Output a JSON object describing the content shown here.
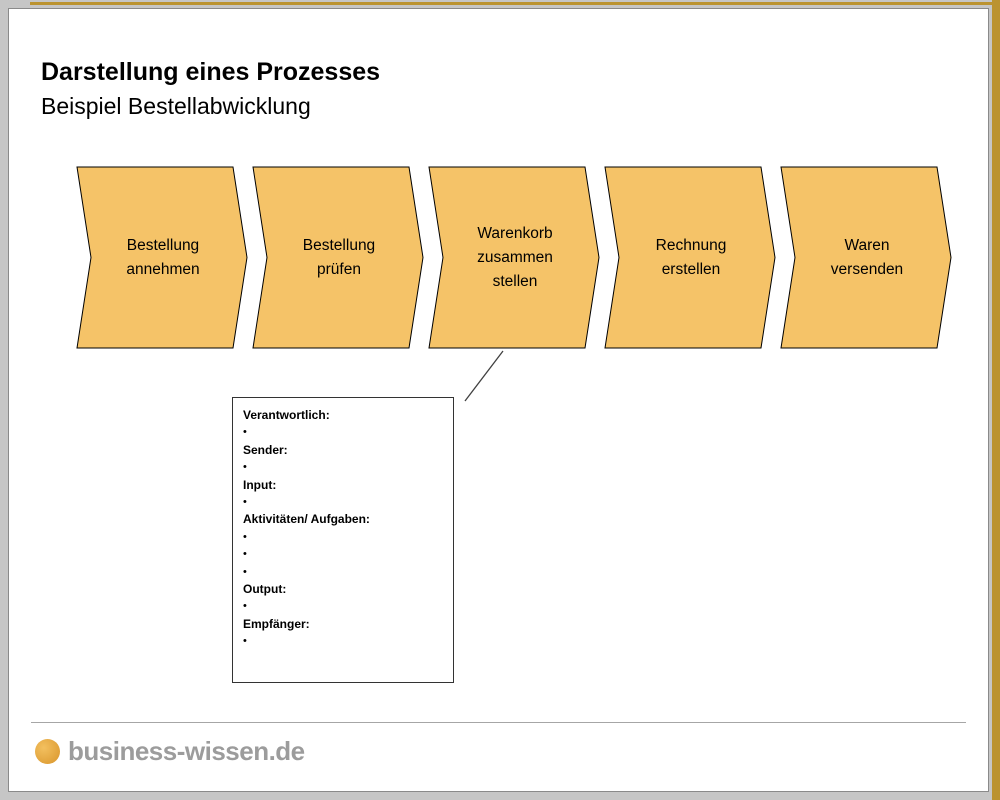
{
  "slide": {
    "title": "Darstellung eines Prozesses",
    "subtitle": "Beispiel Bestellabwicklung"
  },
  "process": {
    "type": "chevron-flow",
    "fill_color": "#f5c368",
    "border_color": "#000000",
    "steps": [
      {
        "label": "Bestellung\nannehmen"
      },
      {
        "label": "Bestellung\nprüfen"
      },
      {
        "label": "Warenkorb\nzusammen\nstellen"
      },
      {
        "label": "Rechnung\nerstellen"
      },
      {
        "label": "Waren\nversenden"
      }
    ]
  },
  "callout": {
    "attached_to": "Warenkorb zusammen stellen",
    "lines": [
      {
        "text": "Verantwortlich:"
      },
      {
        "text": "•"
      },
      {
        "text": "Sender:"
      },
      {
        "text": "•"
      },
      {
        "text": "Input:"
      },
      {
        "text": "•"
      },
      {
        "text": "Aktivitäten/ Aufgaben:"
      },
      {
        "text": "•"
      },
      {
        "text": "•"
      },
      {
        "text": "•"
      },
      {
        "text": "Output:"
      },
      {
        "text": "•"
      },
      {
        "text": "Empfänger:"
      },
      {
        "text": "•"
      }
    ]
  },
  "footer": {
    "logo_text": "business-wissen.de"
  },
  "accent": {
    "gold": "#bb9330",
    "logo_gray": "#9c9c9c"
  }
}
